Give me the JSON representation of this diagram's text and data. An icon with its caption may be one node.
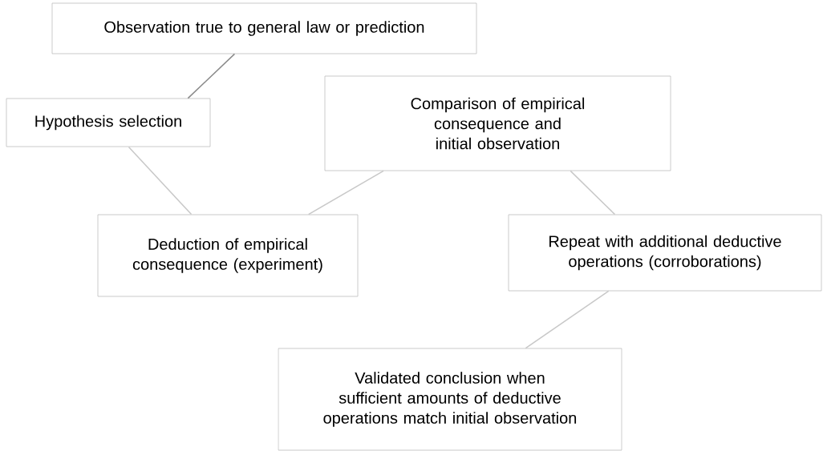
{
  "diagram": {
    "nodes": [
      {
        "text": [
          "Observation true to general law or prediction"
        ]
      },
      {
        "text": [
          "Hypothesis selection"
        ]
      },
      {
        "text": [
          "Comparison of empirical consequence and initial observation"
        ]
      },
      {
        "text": [
          "Deduction of empirical consequence (experiment)"
        ]
      },
      {
        "text": [
          "Repeat with additional deductive operations (corroborations)"
        ]
      },
      {
        "text": [
          "Validated conclusion when sufficient amounts of deductive operations match initial observation"
        ]
      }
    ],
    "edges": [
      {
        "from": 0,
        "to": 1,
        "arrow": "none",
        "color": "#8a8a8a"
      },
      {
        "from": 1,
        "to": 3,
        "arrow": "none"
      },
      {
        "from": 3,
        "to": 2,
        "arrow": "none"
      },
      {
        "from": 2,
        "to": 4,
        "arrow": "none"
      },
      {
        "from": 4,
        "to": 5,
        "arrow": "none"
      }
    ]
  }
}
